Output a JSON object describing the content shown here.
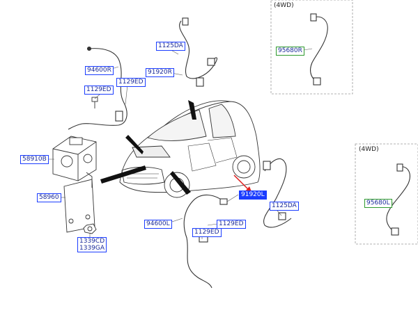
{
  "insets": {
    "top_right": {
      "title": "(4WD)",
      "part": "95680R"
    },
    "right": {
      "title": "(4WD)",
      "part": "95680L"
    }
  },
  "labels": {
    "p1125da_top": "1125DA",
    "p94600r": "94600R",
    "p91920r": "91920R",
    "p1129ed_upper": "1129ED",
    "p1129ed_left": "1129ED",
    "p58910b": "58910B",
    "p58960": "58960",
    "p1339cd": "1339CD",
    "p1339ga": "1339GA",
    "p94600l": "94600L",
    "p1129ed_lower": "1129ED",
    "p1129ed_lower2": "1129ED",
    "p91920l": "91920L",
    "p1125da_right": "1125DA"
  },
  "colors": {
    "label_border": "#1a3cff",
    "label_text": "#1a2a9a",
    "inset_label_border": "#2e9a2e",
    "highlight_fill": "#1a3cff",
    "callout_arrow": "#e02020",
    "line_art": "#333333",
    "inset_border": "#999999"
  }
}
